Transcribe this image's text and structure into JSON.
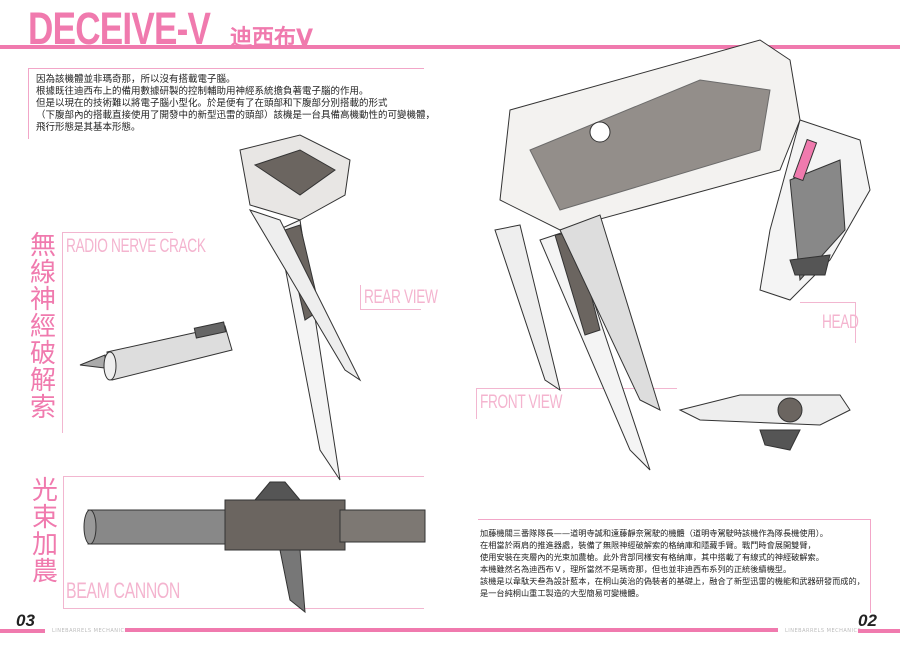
{
  "header": {
    "title": "DECEIVE-V",
    "subtitle": "迪西布V"
  },
  "intro_text": "因為該機體並非瑪奇那，所以沒有搭載電子腦。\n根據既往迪西布上的備用數據研製的控制輔助用神經系統擔負著電子腦的作用。\n但是以現在的技術難以將電子腦小型化。於是便有了在頭部和下腹部分別搭載的形式\n（下腹部內的搭載直接使用了開發中的新型迅雷的頭部）該機是一台具備高機動性的可變機體，\n飛行形態是其基本形態。",
  "sections": {
    "radio_nerve_crack": {
      "label_zh": "無線神經破解索",
      "label_en": "RADIO NERVE CRACK"
    },
    "beam_cannon": {
      "label_zh": "光束加農",
      "label_en": "BEAM CANNON"
    }
  },
  "views": {
    "rear": "REAR VIEW",
    "front": "FRONT VIEW",
    "head": "HEAD"
  },
  "description_text": "加藤機關三番隊隊長——道明寺誠和遠藤靜奈駕駛的機體（道明寺駕駛時該機作為隊長機使用）。\n在相當於兩肩的推進器處，裝備了無限神經破解索的格納庫和隱藏手臂。戰鬥時會展開雙臂，\n使用安裝在夾層內的光束加農槍。此外背部同樣安有格納庫，其中搭載了有線式的神經破解索。\n本機雖然名為迪西布Ｖ，理所當然不是瑪奇那，但也並非迪西布系列的正統後續機型。\n該機是以韋駄天叁為設計藍本，在桐山英治的偽裝者的基礎上，融合了新型迅雷的機能和武器研發而成的，\n是一台純桐山重工製造的大型簡易可變機體。",
  "footer": {
    "page_left": "03",
    "page_right": "02",
    "series_left": "LINEBARRELS MECHANICS",
    "series_right": "LINEBARRELS MECHANICS"
  },
  "colors": {
    "accent": "#f07aae",
    "line_art": "#5a5550"
  }
}
